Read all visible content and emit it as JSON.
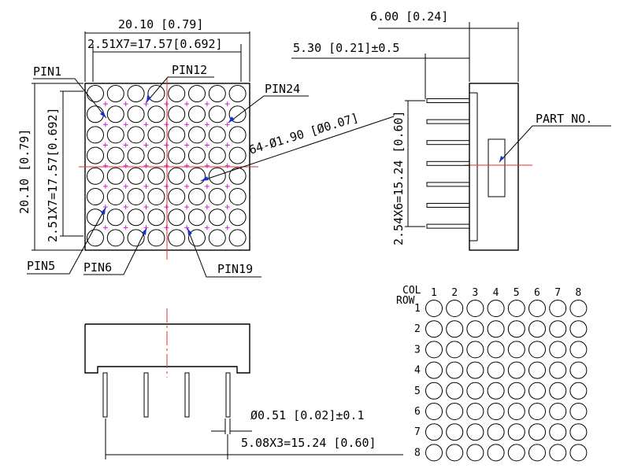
{
  "front_view": {
    "overall_width": "20.10 [0.79]",
    "pitch_width": "2.51X7=17.57[0.692]",
    "overall_height": "20.10 [0.79]",
    "pitch_height": "2.51X7=17.57[0.692]",
    "dot_spec": "64-Ø1.90 [Ø0.07]",
    "pins": {
      "pin1": "PIN1",
      "pin12": "PIN12",
      "pin24": "PIN24",
      "pin5": "PIN5",
      "pin6": "PIN6",
      "pin19": "PIN19"
    },
    "rows": 8,
    "cols": 8
  },
  "side_view": {
    "overall_depth": "6.00 [0.24]",
    "pin_length": "5.30 [0.21]±0.5",
    "pin_span": "2.54X6=15.24 [0.60]",
    "part_no": "PART NO."
  },
  "bottom_view": {
    "pin_diameter": "Ø0.51 [0.02]±0.1",
    "pin_span": "5.08X3=15.24 [0.60]"
  },
  "matrix": {
    "col_label": "COL",
    "row_label": "ROW",
    "col_numbers": [
      "1",
      "2",
      "3",
      "4",
      "5",
      "6",
      "7",
      "8"
    ],
    "row_numbers": [
      "1",
      "2",
      "3",
      "4",
      "5",
      "6",
      "7",
      "8"
    ]
  },
  "colors": {
    "ink": "#000000",
    "centerline": "#e03030",
    "cross": "#d020d0",
    "arrow": "#1a2fd0"
  }
}
